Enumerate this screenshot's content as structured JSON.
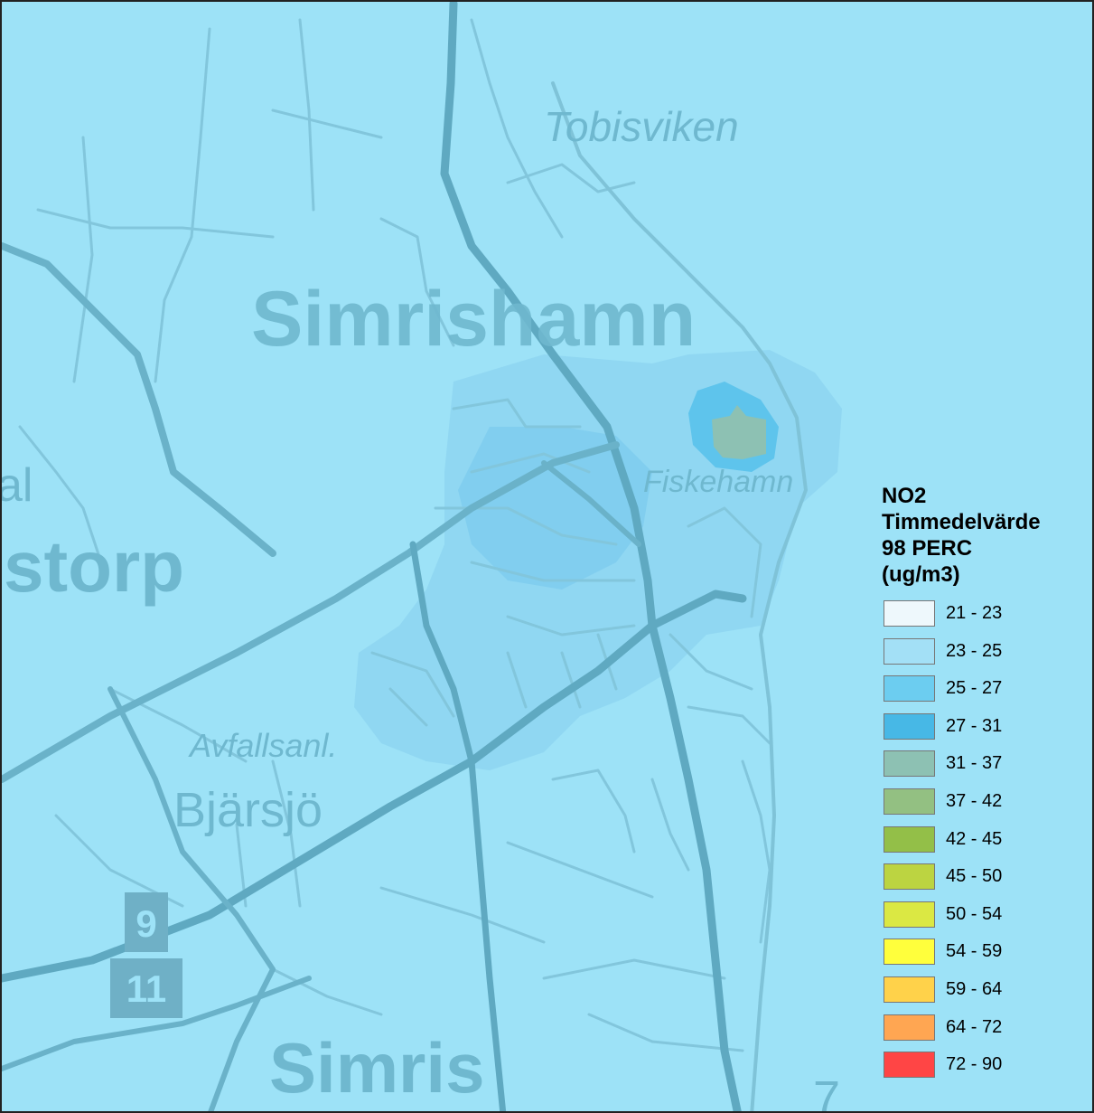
{
  "map": {
    "place_labels": [
      {
        "id": "tobisviken",
        "text": "Tobisviken"
      },
      {
        "id": "simrishamn",
        "text": "Simrishamn"
      },
      {
        "id": "fiskehamn",
        "text": "Fiskehamn"
      },
      {
        "id": "storp",
        "text": "storp"
      },
      {
        "id": "al",
        "text": "al"
      },
      {
        "id": "avfallsanl",
        "text": "Avfallsanl."
      },
      {
        "id": "bjarsjo",
        "text": "Bjärsjö"
      },
      {
        "id": "simris",
        "text": "Simris"
      },
      {
        "id": "seven",
        "text": "7"
      }
    ],
    "route_shields": [
      {
        "id": "route-9",
        "text": "9"
      },
      {
        "id": "route-11",
        "text": "11"
      }
    ],
    "colors": {
      "background": "#9de2f7",
      "roads": "#7fc3d8",
      "major_roads": "#5fa9c1",
      "labels": "#6fb8cf"
    }
  },
  "legend": {
    "title_lines": [
      "NO2",
      "Timmedelvärde",
      "98 PERC",
      "(ug/m3)"
    ],
    "classes": [
      {
        "label": "21 - 23",
        "color": "#eef8fc"
      },
      {
        "label": "23 - 25",
        "color": "#a3e0f6"
      },
      {
        "label": "25 - 27",
        "color": "#6ccdf0"
      },
      {
        "label": "27 - 31",
        "color": "#47b8e6"
      },
      {
        "label": "31 - 37",
        "color": "#8dc1b3"
      },
      {
        "label": "37 - 42",
        "color": "#93c082"
      },
      {
        "label": "42 - 45",
        "color": "#93bf48"
      },
      {
        "label": "45 - 50",
        "color": "#bcd441"
      },
      {
        "label": "50 - 54",
        "color": "#dbe843"
      },
      {
        "label": "54 - 59",
        "color": "#ffff3c"
      },
      {
        "label": "59 - 64",
        "color": "#ffd24a"
      },
      {
        "label": "64 - 72",
        "color": "#ffa652"
      },
      {
        "label": "72 - 90",
        "color": "#ff4545"
      }
    ]
  }
}
